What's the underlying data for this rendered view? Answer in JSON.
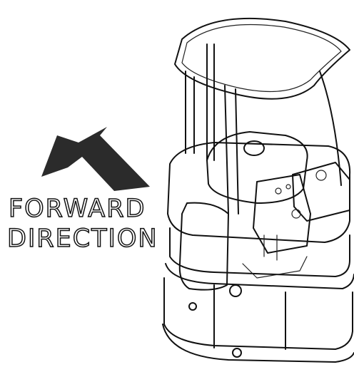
{
  "label": {
    "line1": "FORWARD",
    "line2": "DIRECTION"
  },
  "arrow": {
    "fill_color": "#2b2b2b"
  },
  "icons": [
    "forward-arrow-icon",
    "plate-compactor-illustration"
  ]
}
